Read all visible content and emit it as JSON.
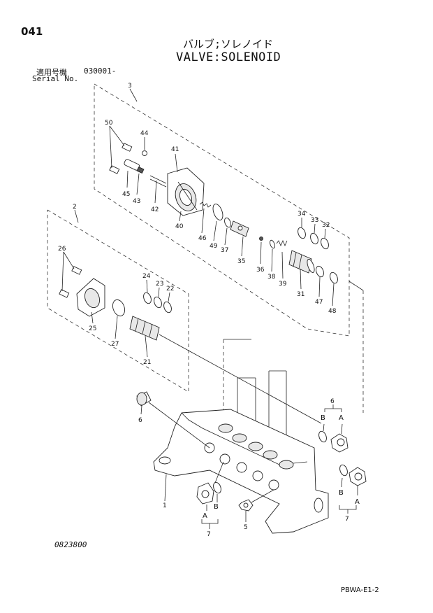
{
  "header": {
    "page_number": "041",
    "title_jp": "バルブ;ソレノイド",
    "title_en": "VALVE:SOLENOID",
    "serial_label_jp": "適用号機",
    "serial_range": "030001-",
    "serial_label_en": "Serial No."
  },
  "callouts": {
    "group_solenoid": "3",
    "group_lower": "2",
    "screw_top": "50",
    "plug_44": "44",
    "solenoid_41": "41",
    "screw_45": "45",
    "pin_43": "43",
    "wire_42": "42",
    "coil_40": "40",
    "spring_46": "46",
    "oring_49": "49",
    "washer_37": "37",
    "stem_35": "35",
    "ball_36": "36",
    "spring_38": "38",
    "spring_39": "39",
    "ring_34": "34",
    "ring_33": "33",
    "ring_32": "32",
    "spool_31": "31",
    "ring_47": "47",
    "ring_48": "48",
    "screw_26": "26",
    "ring_24": "24",
    "ring_23": "23",
    "ring_22": "22",
    "cover_25": "25",
    "oring_27": "27",
    "spool_21": "21",
    "plug_6": "6",
    "body_1": "1",
    "plug_5": "5",
    "fitting_6b": "6",
    "fitting_7a": "7",
    "fitting_7b": "7",
    "letter_a1": "A",
    "letter_b1": "B",
    "letter_a2": "A",
    "letter_b2": "B",
    "letter_a3": "A",
    "letter_b3": "B"
  },
  "footer": {
    "drawing_code": "0823800",
    "sheet_code": "PBWA-E1-2"
  }
}
